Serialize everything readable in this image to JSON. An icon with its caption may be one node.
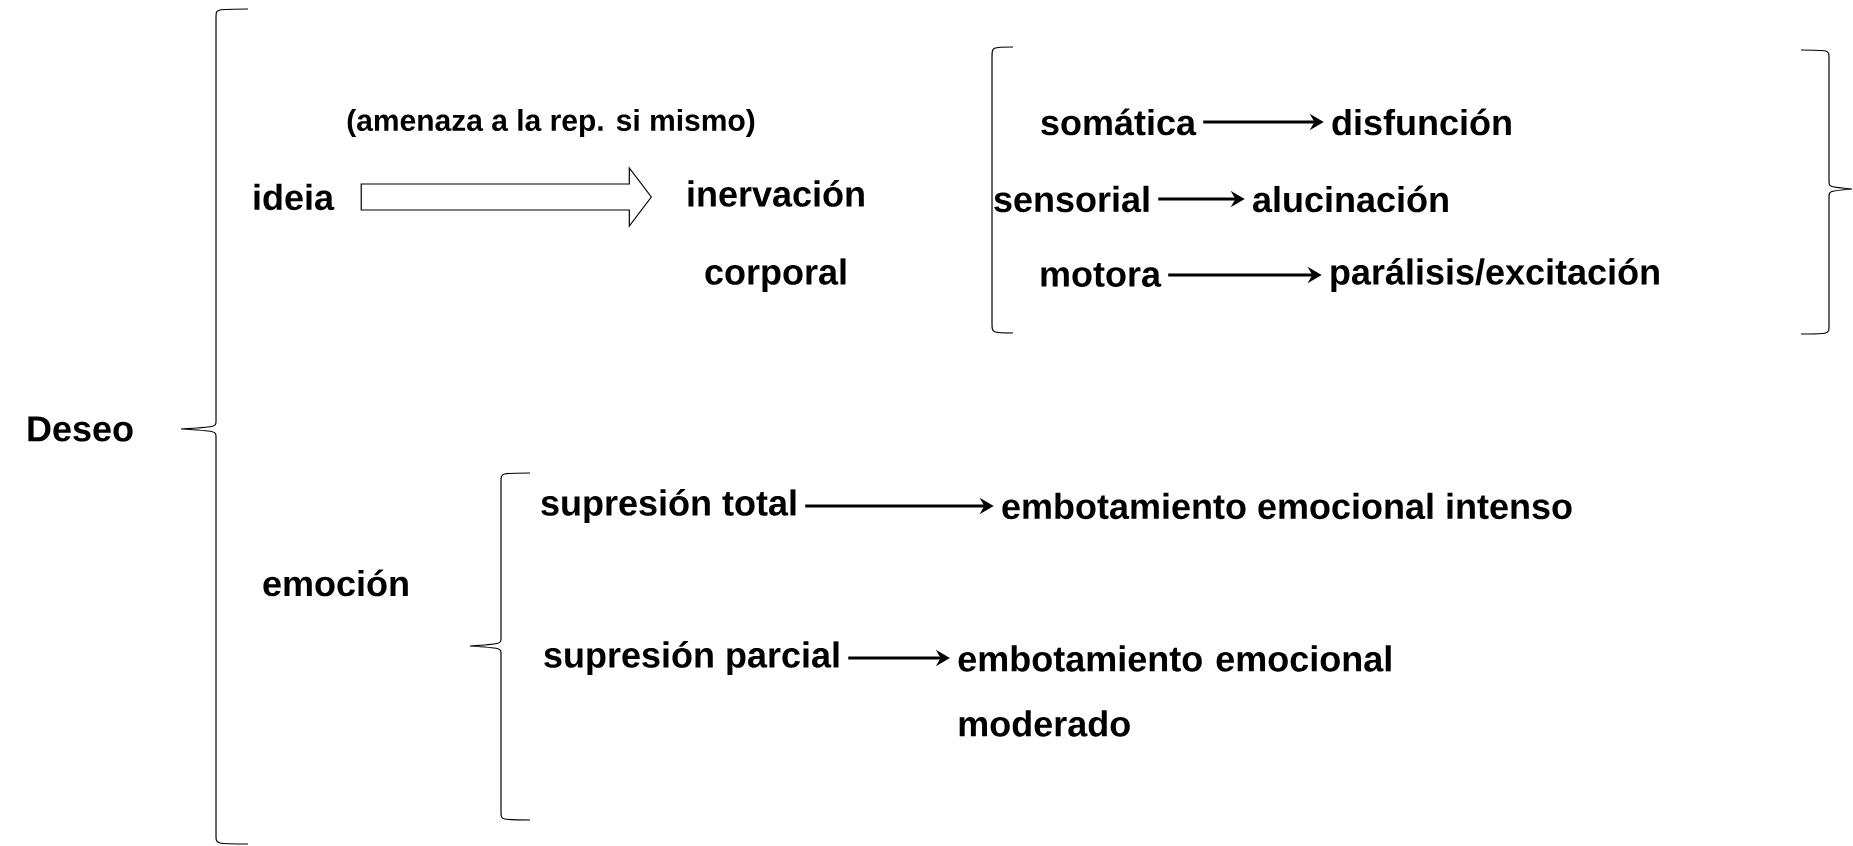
{
  "diagram": {
    "nodes": [
      {
        "text": [
          "ideia"
        ]
      },
      {
        "text": [
          "inervación corporal"
        ]
      },
      {
        "text": [
          "somática"
        ]
      },
      {
        "text": [
          "disfunción"
        ]
      },
      {
        "text": [
          "sensorial"
        ]
      },
      {
        "text": [
          "alucinación"
        ]
      },
      {
        "text": [
          "motora"
        ]
      },
      {
        "text": [
          "parálisis/excitación"
        ]
      },
      {
        "text": [
          "supresión total"
        ]
      },
      {
        "text": [
          "embotamiento emocional intenso"
        ]
      },
      {
        "text": [
          "supresión parcial"
        ]
      },
      {
        "text": [
          "embotamiento emocional moderado"
        ]
      }
    ],
    "edges": [
      {
        "from": 0,
        "to": 1,
        "arrow": "to",
        "style": "thick"
      },
      {
        "from": 2,
        "to": 3,
        "arrow": "to"
      },
      {
        "from": 4,
        "to": 5,
        "arrow": "to"
      },
      {
        "from": 6,
        "to": 7,
        "arrow": "to"
      },
      {
        "from": 8,
        "to": 9,
        "arrow": "to"
      },
      {
        "from": 10,
        "to": 11,
        "arrow": "to"
      }
    ],
    "labels": [
      "(amenaza a la rep. si mismo)",
      "Deseo",
      "emoción"
    ]
  }
}
